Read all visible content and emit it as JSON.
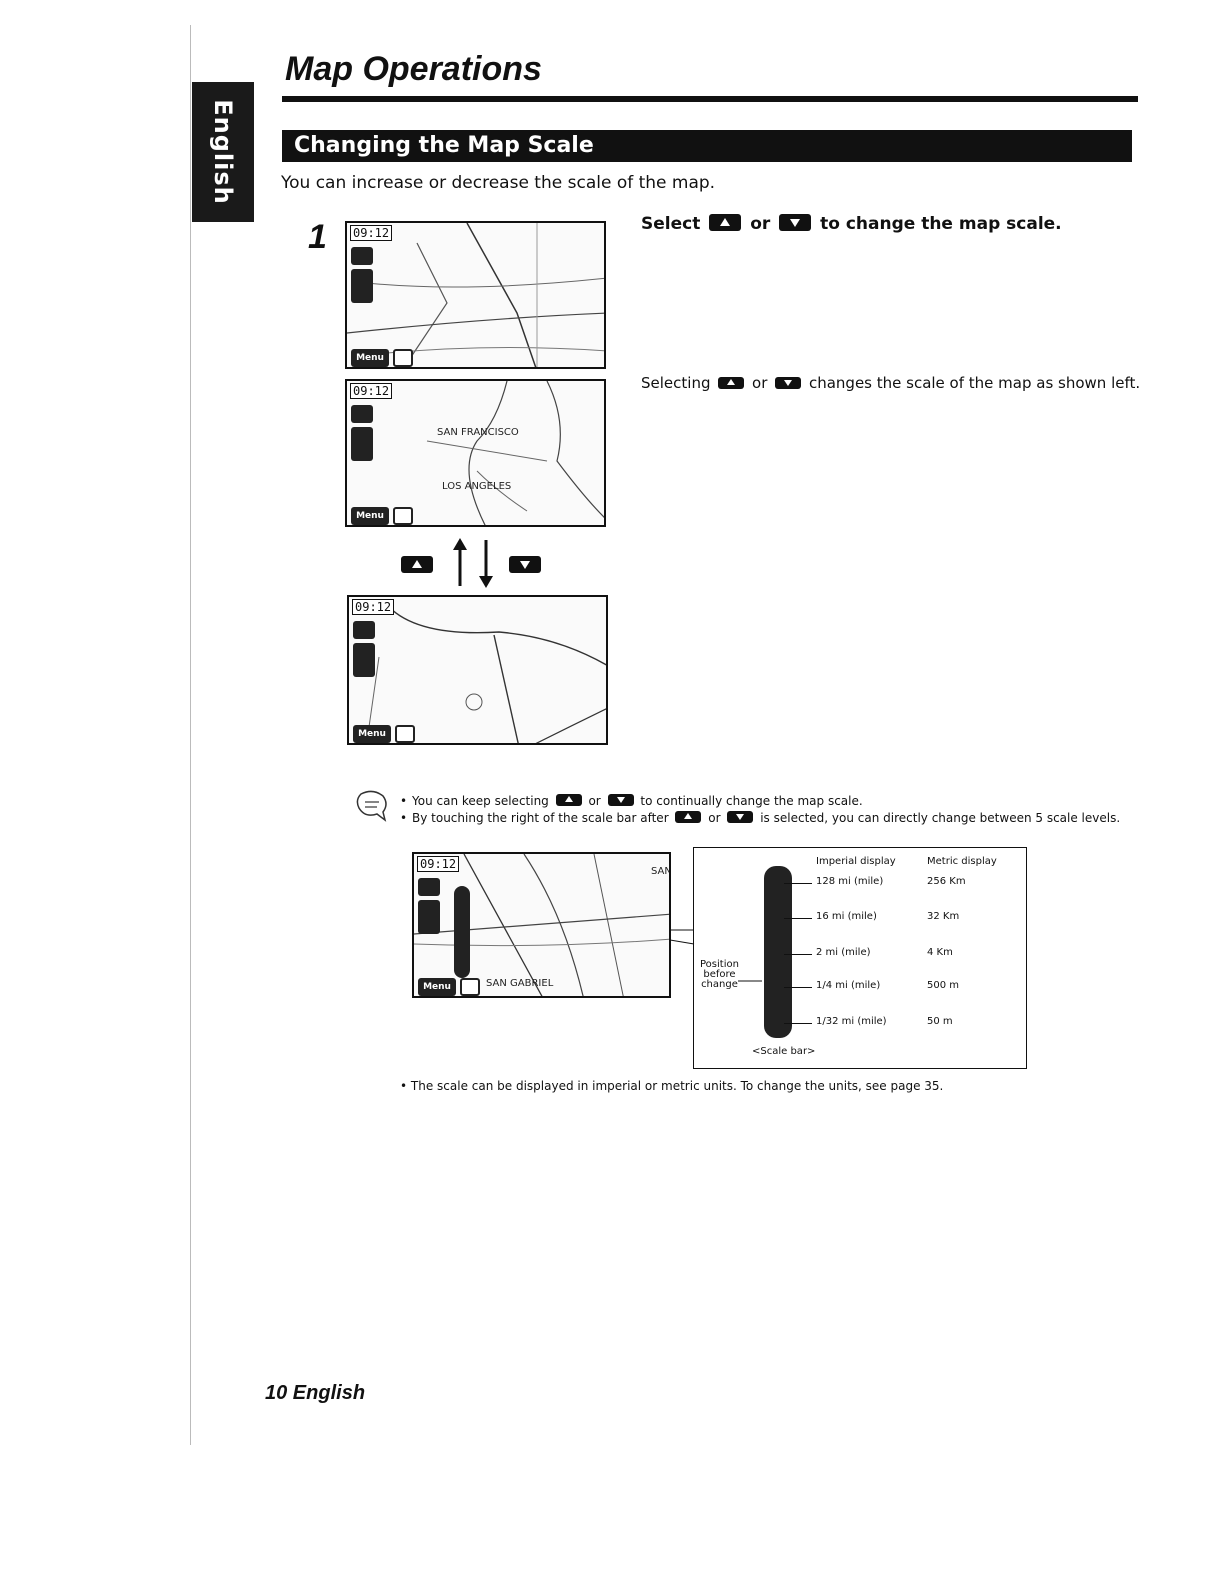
{
  "sidebar": {
    "language_tab": "English"
  },
  "header": {
    "title": "Map Operations"
  },
  "section": {
    "title": "Changing the Map Scale",
    "intro": "You can increase or decrease the scale of the map."
  },
  "step": {
    "number": "1",
    "instruction_prefix": "Select",
    "instruction_or": "or",
    "instruction_suffix": "to change the map scale.",
    "result_prefix": "Selecting",
    "result_or": "or",
    "result_suffix": "changes the scale of the map as shown left."
  },
  "maps": {
    "clock": "09:12",
    "menu_label": "Menu",
    "label_sf": "SAN FRANCISCO",
    "label_la": "LOS ANGELES",
    "label_sg": "SAN GABRIEL",
    "label_san": "SAN"
  },
  "notes": {
    "note1_prefix": "You can keep selecting",
    "note1_or": "or",
    "note1_suffix": "to continually change the map scale.",
    "note2_prefix": "By touching the right of the scale bar after",
    "note2_or": "or",
    "note2_suffix": "is selected, you can directly change between 5 scale levels."
  },
  "scale_bar": {
    "caption": "<Scale bar>",
    "imperial_header": "Imperial display",
    "metric_header": "Metric display",
    "position_label_1": "Position",
    "position_label_2": "before",
    "position_label_3": "change",
    "levels": [
      {
        "imperial": "128 mi (mile)",
        "metric": "256 Km"
      },
      {
        "imperial": "16 mi (mile)",
        "metric": "32 Km"
      },
      {
        "imperial": "2 mi (mile)",
        "metric": "4 Km"
      },
      {
        "imperial": "1/4 mi (mile)",
        "metric": "500 m"
      },
      {
        "imperial": "1/32 mi (mile)",
        "metric": "50 m"
      }
    ]
  },
  "bottom_note": "The scale can be displayed in imperial or metric units. To change the units, see page 35.",
  "footer": {
    "page_label": "10 English"
  }
}
